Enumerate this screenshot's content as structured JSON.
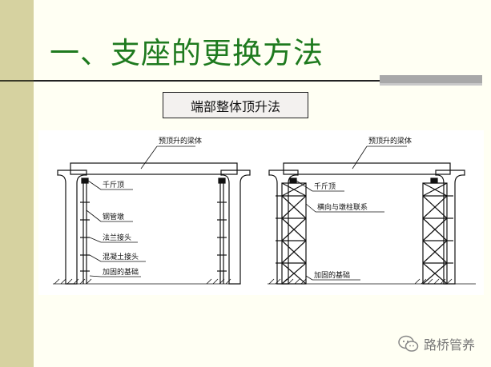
{
  "slide": {
    "title": "一、支座的更换方法",
    "subtitle": "端部整体顶升法"
  },
  "diagram": {
    "left": {
      "beam_label": "预顶升的梁体",
      "labels": [
        "千斤顶",
        "钢管墩",
        "法兰接头",
        "混凝土接头",
        "加固的基础"
      ]
    },
    "right": {
      "beam_label": "预顶升的梁体",
      "labels": [
        "千斤顶",
        "横向与墩柱联系",
        "加固的基础"
      ]
    }
  },
  "watermark": {
    "text": "路桥管养",
    "icon": "wechat-icon"
  },
  "colors": {
    "title": "#1E7A1E",
    "sidebar": "#D6D2A0",
    "background": "#FFFFF3"
  }
}
